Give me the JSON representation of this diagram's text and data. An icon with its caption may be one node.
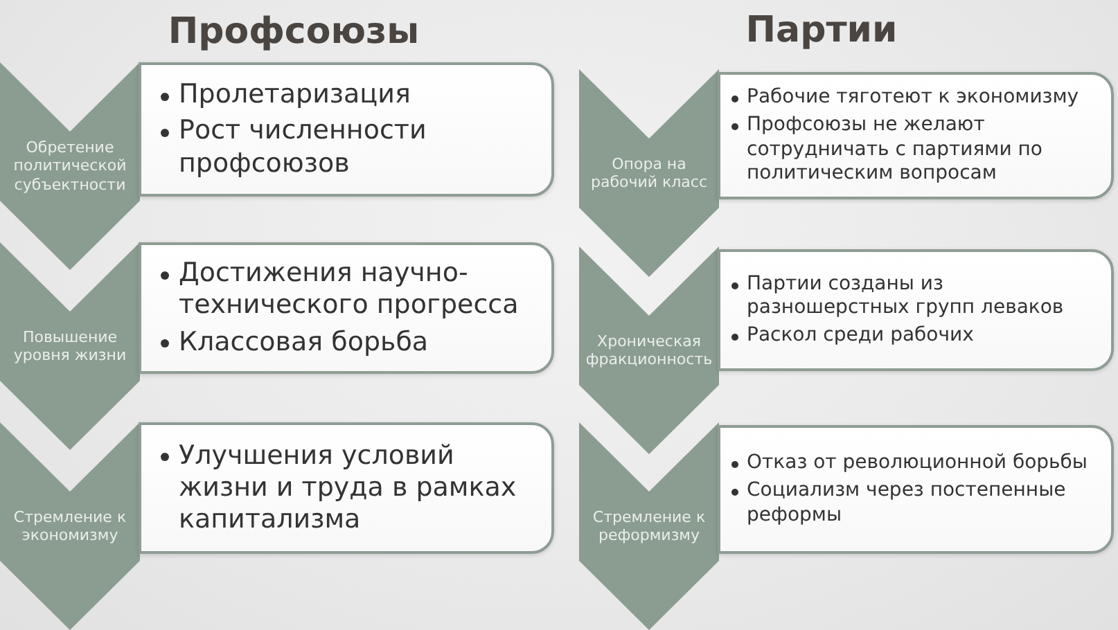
{
  "diagram": {
    "nodes": [
      {
        "text": [
          "Обретение политической субъектности"
        ]
      },
      {
        "text": [
          "Пролетаризация",
          "Рост численности профсоюзов"
        ]
      },
      {
        "text": [
          "Повышение уровня жизни"
        ]
      },
      {
        "text": [
          "Достижения научно-технического прогресса",
          "Классовая борьба"
        ]
      },
      {
        "text": [
          "Стремление к экономизму"
        ]
      },
      {
        "text": [
          "Улучшения условий жизни и труда в рамках капитализма"
        ]
      },
      {
        "text": [
          "Опора на рабочий класс"
        ]
      },
      {
        "text": [
          "Рабочие тяготеют к экономизму",
          "Профсоюзы не желают сотрудничать с партиями по политическим вопросам"
        ]
      },
      {
        "text": [
          "Хроническая фракционность"
        ]
      },
      {
        "text": [
          "Партии созданы из разношерстных групп леваков",
          "Раскол среди рабочих"
        ]
      },
      {
        "text": [
          "Стремление к реформизму"
        ]
      },
      {
        "text": [
          "Отказ от революционной борьбы",
          "Социализм через постепенные реформы"
        ]
      }
    ],
    "labels": [
      "Профсоюзы",
      "Партии"
    ]
  }
}
